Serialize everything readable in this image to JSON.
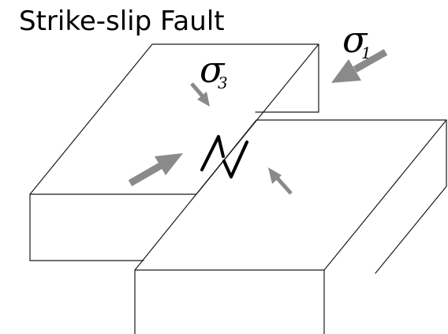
{
  "title": "Strike-slip Fault",
  "labels": {
    "sigma1": {
      "symbol": "σ",
      "subscript": "1"
    },
    "sigma3": {
      "symbol": "σ",
      "subscript": "3"
    }
  },
  "colors": {
    "stress_arrow": "#8a8a8a",
    "block_outline": "#1a1a1a",
    "slip_arrows": "#000000",
    "background": "#ffffff"
  },
  "icons": {
    "sigma1_arrow": "arrow-icon",
    "sigma3_arrow_left_block": "arrow-icon",
    "sigma3_arrow_right_block": "arrow-icon",
    "compression_arrow_left_block": "arrow-icon",
    "slip_sense": "half-arrow-icon"
  }
}
